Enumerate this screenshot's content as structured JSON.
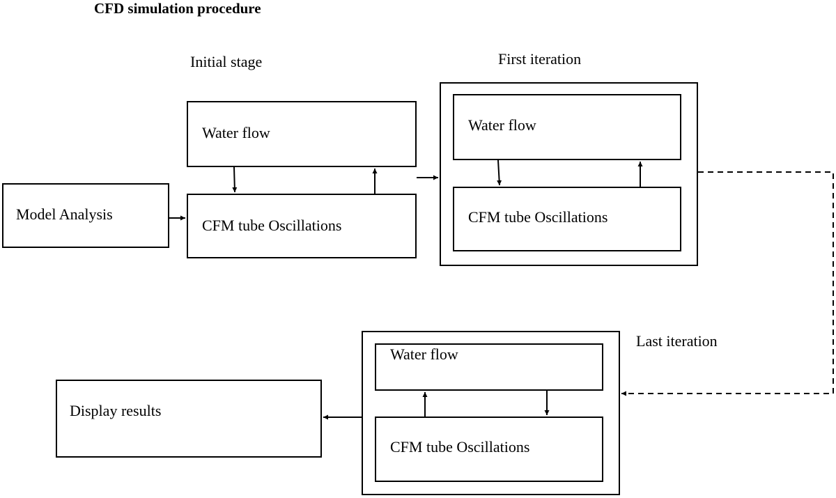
{
  "diagram": {
    "title": "CFD simulation procedure",
    "stages": {
      "initial": {
        "label": "Initial stage",
        "water_flow": "Water flow",
        "tube": "CFM tube Oscillations"
      },
      "first": {
        "label": "First iteration",
        "water_flow": "Water flow",
        "tube": "CFM tube Oscillations"
      },
      "last": {
        "label": "Last iteration",
        "water_flow": "Water flow",
        "tube": "CFM tube Oscillations"
      }
    },
    "model_analysis": "Model Analysis",
    "display_results": "Display results",
    "colors": {
      "line": "#000000",
      "background": "#ffffff"
    }
  }
}
